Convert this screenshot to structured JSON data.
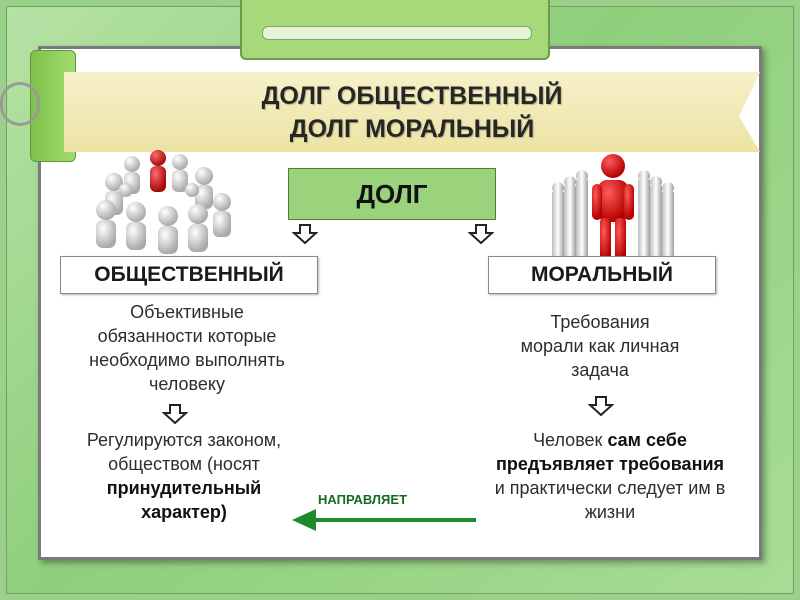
{
  "title": {
    "line1": "ДОЛГ ОБЩЕСТВЕННЫЙ",
    "line2": "ДОЛГ МОРАЛЬНЫЙ"
  },
  "center": {
    "label": "ДОЛГ"
  },
  "left": {
    "heading": "ОБЩЕСТВЕННЫЙ",
    "description": [
      "Объективные",
      "обязанности которые",
      "необходимо выполнять",
      "человеку"
    ],
    "result": {
      "line1": "Регулируются законом,",
      "line2": "обществом (носят",
      "bold1": "принудительный",
      "bold2": "характер)"
    }
  },
  "right": {
    "heading": "МОРАЛЬНЫЙ",
    "description": [
      "Требования",
      "морали как личная",
      "задача"
    ],
    "result": {
      "pre": "Человек ",
      "bold_inline": "сам себе",
      "bold_line": "предъявляет требования",
      "line3": "и практически следует им в",
      "line4": "жизни"
    }
  },
  "connector": {
    "label": "НАПРАВЛЯЕТ",
    "color": "#1e8a2e"
  },
  "colors": {
    "background": "#9bd08a",
    "center_box": "#9bd37c",
    "banner": "#efe6b0",
    "red_figure": "#e01818"
  }
}
